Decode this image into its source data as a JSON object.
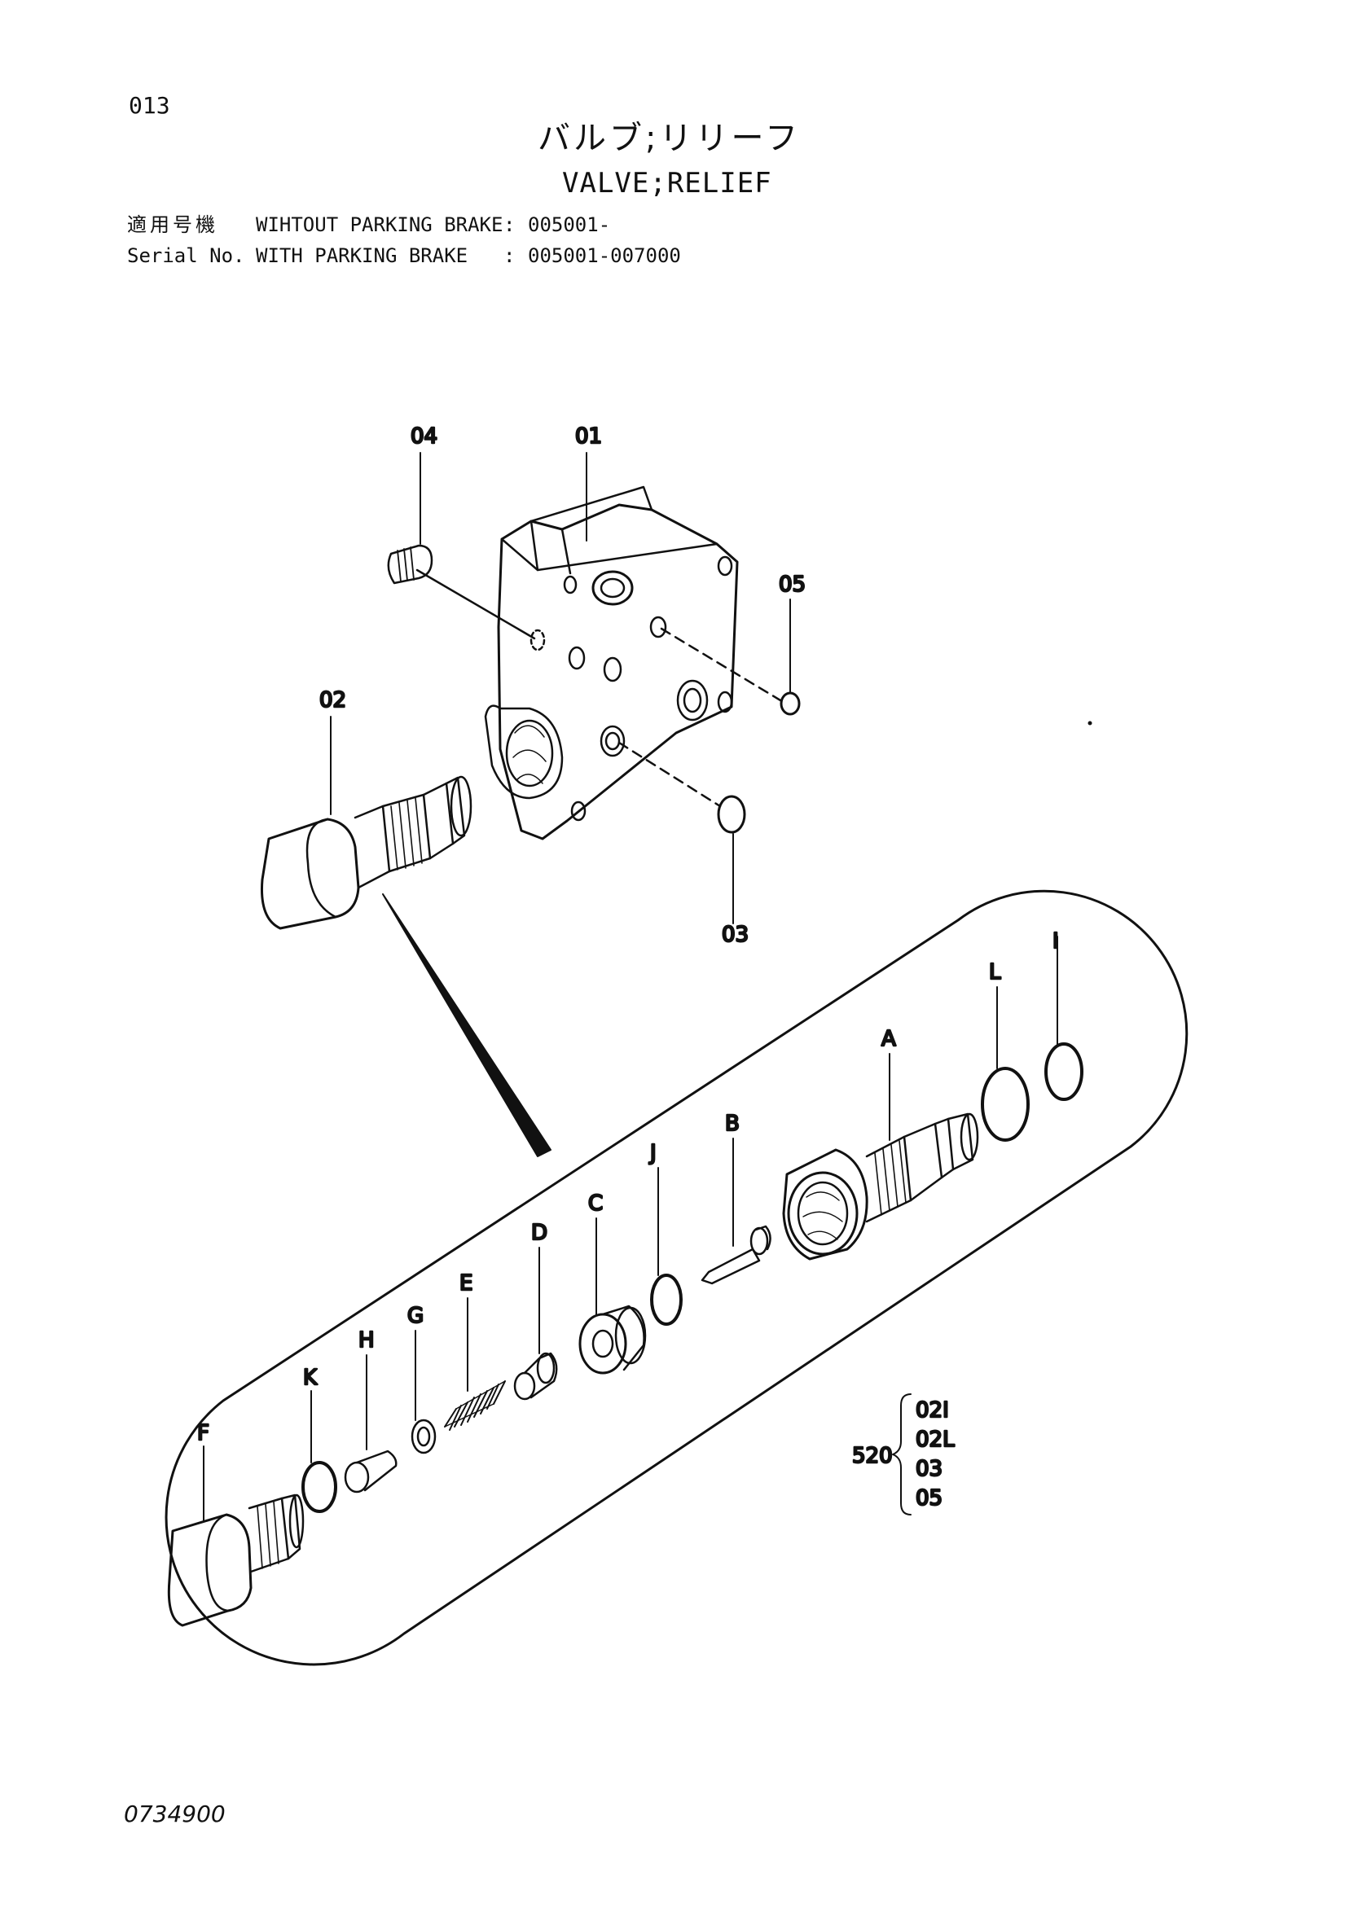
{
  "page_number": "013",
  "title": {
    "japanese": "バルブ;リリーフ",
    "english": "VALVE;RELIEF"
  },
  "serial_info": {
    "label_japanese": "適用号機",
    "label_english": "Serial No.",
    "rows": [
      {
        "desc": "WIHTOUT PARKING BRAKE",
        "sep": ":",
        "range": "005001-"
      },
      {
        "desc": "WITH PARKING BRAKE",
        "sep": ":",
        "range": "005001-007000"
      }
    ]
  },
  "callouts": {
    "p01": "01",
    "p02": "02",
    "p03": "03",
    "p04": "04",
    "p05": "05",
    "A": "A",
    "B": "B",
    "C": "C",
    "D": "D",
    "E": "E",
    "F": "F",
    "G": "G",
    "H": "H",
    "I": "I",
    "J": "J",
    "K": "K",
    "L": "L"
  },
  "kit": {
    "number": "520",
    "items": [
      "02I",
      "02L",
      "03",
      "05"
    ]
  },
  "doc_code": "0734900"
}
